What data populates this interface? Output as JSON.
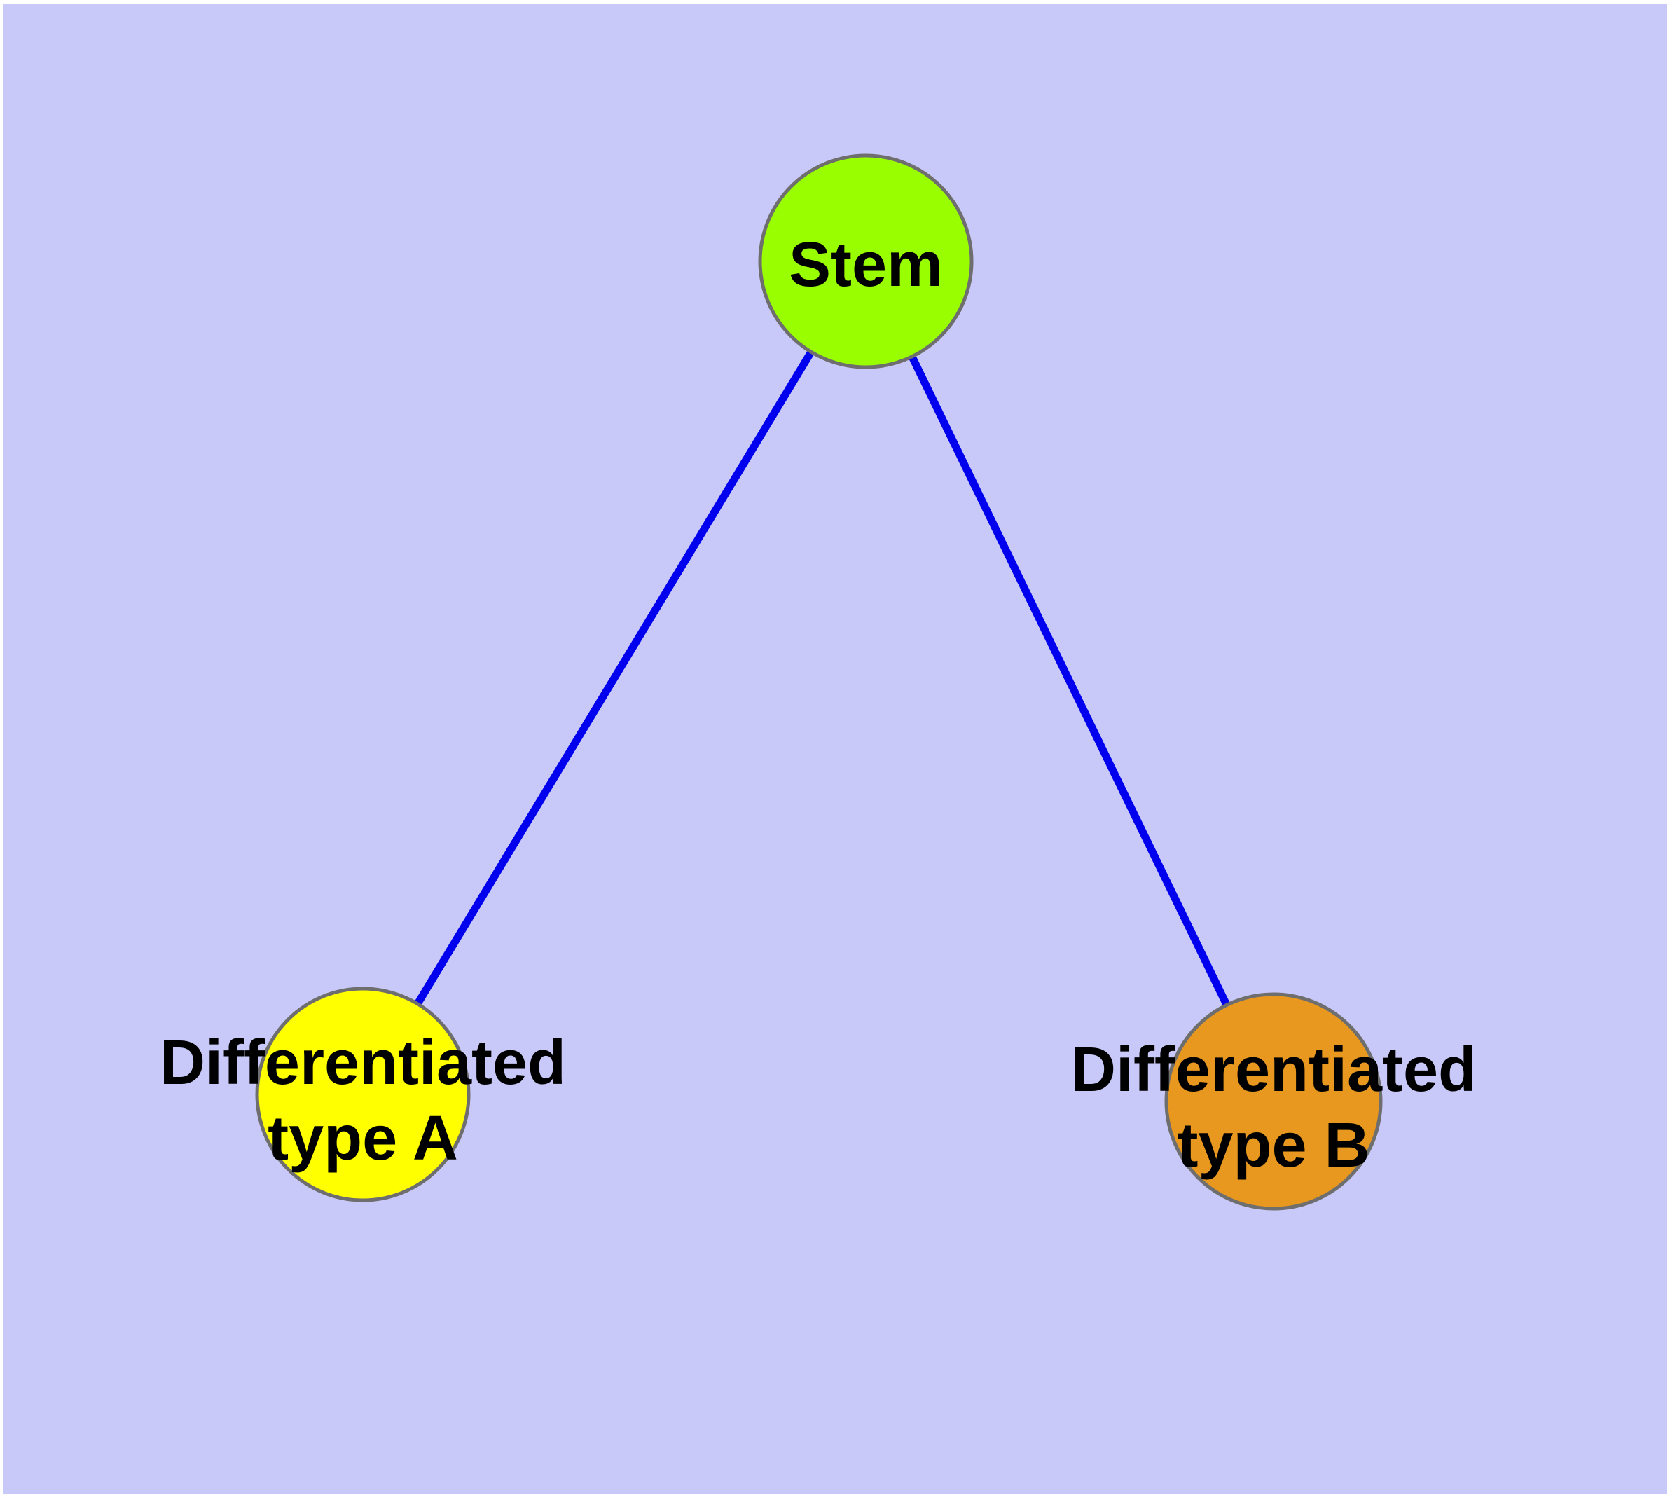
{
  "diagram": {
    "page_color": "#FFFFFF",
    "background_color": "#C9C9F9",
    "edge_color": "#0000EE",
    "node_border_color": "#6E6E6E",
    "label_color": "#000000",
    "nodes": {
      "stem": {
        "label": "Stem",
        "fill": "#99FE00"
      },
      "type_a": {
        "label_line1": "Differentiated",
        "label_line2": "type A",
        "fill": "#FFFF00"
      },
      "type_b": {
        "label_line1": "Differentiated",
        "label_line2": "type B",
        "fill": "#E8981E"
      }
    },
    "edges": [
      {
        "name": "stem-to-type-a"
      },
      {
        "name": "stem-to-type-b"
      }
    ]
  }
}
